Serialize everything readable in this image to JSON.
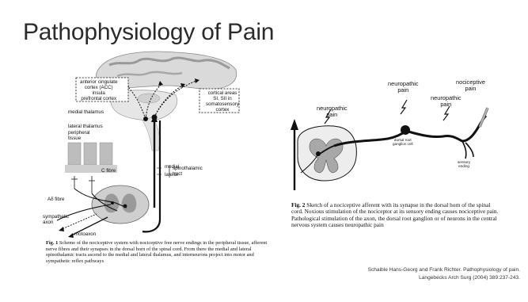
{
  "slide": {
    "title": "Pathophysiology of Pain",
    "figure1": {
      "labels": {
        "acc_box": [
          "anterior cingulate",
          "cortex (ACC)",
          "insula",
          "prefrontal cortex"
        ],
        "cortical_box": [
          "cortical areas",
          "SI, SII in",
          "somatosensory",
          "cortex"
        ],
        "medial_thalamus": "medial thalamus",
        "lateral_thalamus": "lateral thalamus",
        "peripheral_tissue": [
          "peripheral",
          "tissue"
        ],
        "c_fibre": "C fibre",
        "a_delta_fibre": "Aδ fibre",
        "sympathetic_axon": [
          "sympathetic",
          "axon"
        ],
        "motoaxon": "motoaxon",
        "medial": "medial",
        "lateral": "lateral",
        "spinothalamic_tract": [
          "spinothalamic",
          "tract"
        ]
      },
      "caption_label": "Fig. 1",
      "caption_text": "Scheme of the nociceptive system with nociceptive free nerve endings in the peripheral tissue, afferent nerve fibres and their synapses in the dorsal horn of the spinal cord. From there the medial and lateral spinothalamic tracts ascend to the medial and lateral thalamus, and interneurons project into motor and sympathetic reflex pathways"
    },
    "figure2": {
      "labels": {
        "neuropathic_pain_1": [
          "neuropathic",
          "pain"
        ],
        "neuropathic_pain_2": [
          "neuropathic",
          "pain"
        ],
        "neuropathic_pain_3": [
          "neuropathic",
          "pain"
        ],
        "nociceptive_pain": [
          "nociceptive",
          "pain"
        ],
        "drg_cell": [
          "dorsal root",
          "ganglion cell"
        ],
        "sensory_ending": [
          "sensory",
          "ending"
        ]
      },
      "caption_label": "Fig. 2",
      "caption_text": "Sketch of a nociceptive afferent with its synapse in the dorsal horn of the spinal cord. Noxious stimulation of the nociceptor at its sensory ending causes nociceptive pain. Pathological stimulation of the axon, the dorsal root ganglion or of neurons in the central nervous system causes neuropathic pain"
    },
    "citation": {
      "line1": "Schaible Hans-Georg and Frank Richter. Pathophysiology of pain.",
      "line2": "Langebecks Arch Surg (2004) 389:237-243."
    }
  }
}
